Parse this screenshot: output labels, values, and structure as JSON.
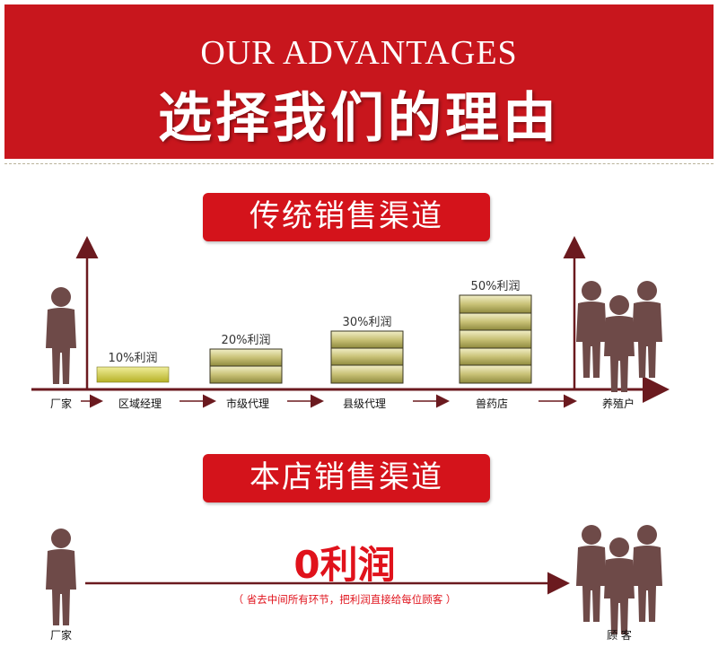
{
  "banner": {
    "en_title": "OUR ADVANTAGES",
    "cn_title": "选择我们的理由"
  },
  "traditional": {
    "title": "传统销售渠道",
    "chain": [
      "厂家",
      "区域经理",
      "市级代理",
      "县级代理",
      "兽药店",
      "养殖户"
    ],
    "profits": [
      {
        "label": "10%利润",
        "value": 10
      },
      {
        "label": "20%利润",
        "value": 20
      },
      {
        "label": "30%利润",
        "value": 30
      },
      {
        "label": "50%利润",
        "value": 50
      }
    ]
  },
  "own": {
    "title": "本店销售渠道",
    "profit": "0利润",
    "note": "（ 省去中间所有环节，把利润直接给每位顾客 ）",
    "from": "厂家",
    "to": "顾 客"
  },
  "colors": {
    "banner_red": "#c8161d",
    "pill_red": "#d4131b",
    "arrow": "#6b1a1f",
    "person": "#6e4a48"
  }
}
